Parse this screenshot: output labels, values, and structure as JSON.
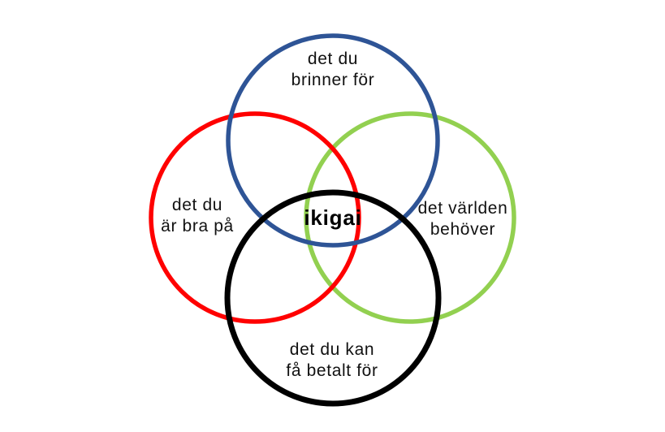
{
  "diagram": {
    "name": "ikigai venn diagram",
    "colors": {
      "blue": "#2E5496",
      "red": "#FF0000",
      "green": "#92D050",
      "black": "#000000",
      "background": "#FFFFFF",
      "text": "#111111"
    },
    "labels": {
      "top": "det du\nbrinner för",
      "left": "det du\när bra på",
      "right": "det världen\nbehöver",
      "bottom": "det du kan\nfå betalt för",
      "center": "ikigai"
    }
  }
}
